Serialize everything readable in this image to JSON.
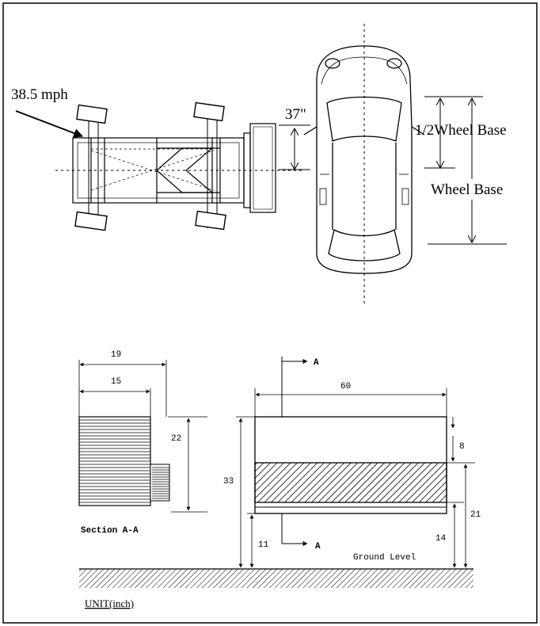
{
  "top_view": {
    "speed_label": "38.5 mph",
    "offset_label": "37\"",
    "half_wheel_base_label": "1/2Wheel Base",
    "wheel_base_label": "Wheel Base"
  },
  "section": {
    "width_outer": "19",
    "width_inner": "15",
    "height": "22",
    "title": "Section A-A"
  },
  "side_view": {
    "cut_marker_top": "A",
    "cut_marker_bottom": "A",
    "length": "60",
    "top_offset": "8",
    "total_height": "33",
    "bottom_clearance": "11",
    "ground_label": "Ground Level",
    "lower_height": "14",
    "beam_height": "21"
  },
  "unit_label": "UNIT(inch)"
}
